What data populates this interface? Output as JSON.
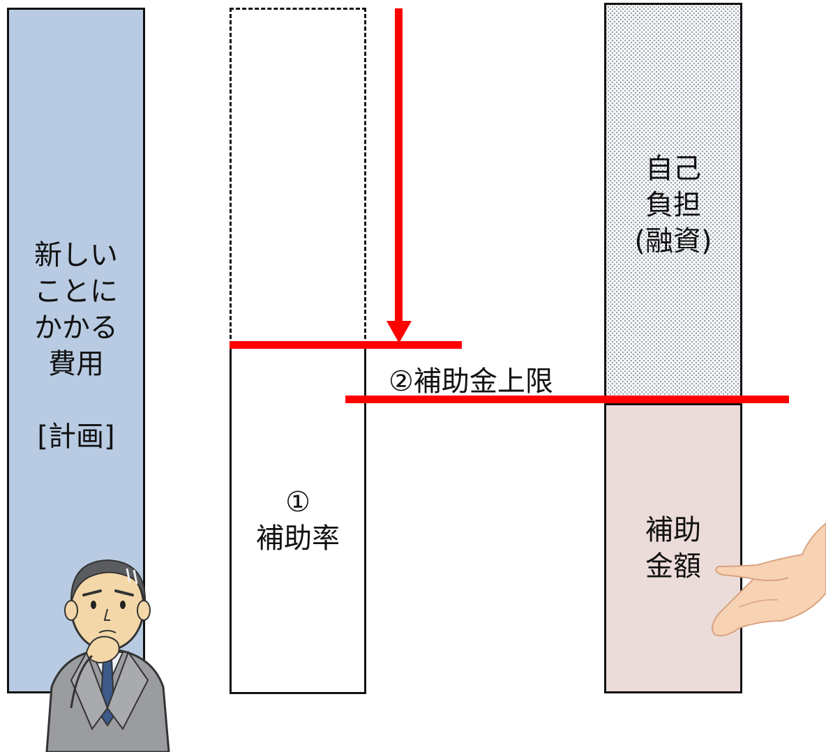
{
  "bars": {
    "cost_label": "新しい\nことに\nかかる\n費用\n\n[計画]",
    "rate_label": "①\n補助率",
    "self_label": "自己\n負担\n(融資)",
    "subsidy_label": "補助\n金額"
  },
  "lines": {
    "limit_label": "②補助金上限"
  },
  "colors": {
    "cost_fill": "#b8cbe2",
    "subsidy_fill": "#ecdcd9",
    "red_line": "#ff0000",
    "dotted_fill": "#f4f6f8"
  },
  "illustrations": {
    "person": "thinking-businessman-illustration",
    "hand": "offering-hand-illustration"
  }
}
